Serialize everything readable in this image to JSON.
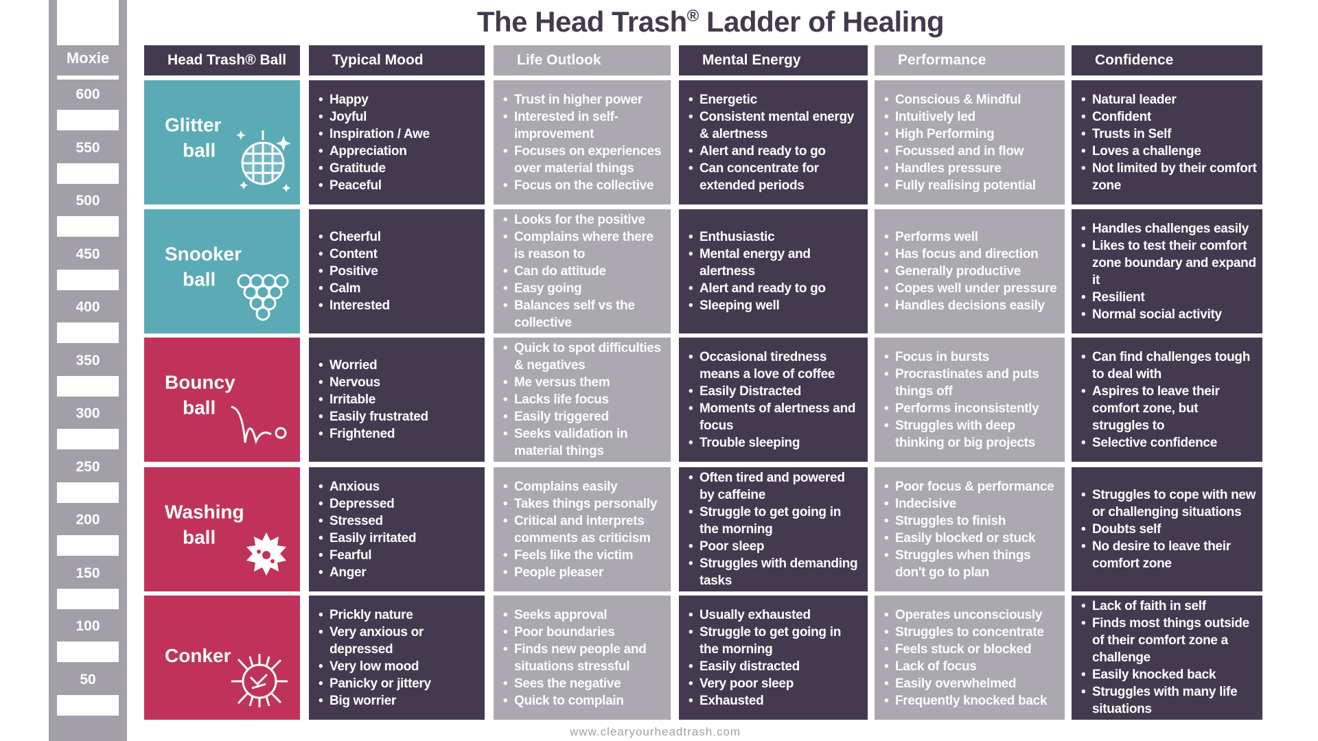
{
  "title": "The Head Trash",
  "title_reg": "®",
  "title_rest": " Ladder of Healing",
  "moxie": {
    "label": "Moxie",
    "scale": [
      "600",
      "550",
      "500",
      "450",
      "400",
      "350",
      "300",
      "250",
      "200",
      "150",
      "100",
      "50"
    ]
  },
  "headers": [
    "Head Trash® Ball",
    "Typical Mood",
    "Life Outlook",
    "Mental Energy",
    "Performance",
    "Confidence"
  ],
  "colors": {
    "dark": "#433a4f",
    "grey": "#aba8b0",
    "teal": "#5aabb5",
    "red": "#c0325a"
  },
  "rows": [
    {
      "name": [
        "Glitter",
        "ball"
      ],
      "icon": "disco-ball-icon",
      "color": "teal",
      "mood": [
        "Happy",
        "Joyful",
        "Inspiration / Awe",
        "Appreciation",
        "Gratitude",
        "Peaceful"
      ],
      "outlook": [
        "Trust in higher power",
        "Interested in self-improvement",
        "Focuses on experiences over material things",
        "Focus on the collective"
      ],
      "energy": [
        "Energetic",
        "Consistent mental energy & alertness",
        "Alert and ready to go",
        "Can concentrate for extended periods"
      ],
      "performance": [
        "Conscious & Mindful",
        "Intuitively led",
        "High Performing",
        "Focussed and in flow",
        "Handles pressure",
        "Fully realising potential"
      ],
      "confidence": [
        "Natural leader",
        "Confident",
        "Trusts in Self",
        "Loves a challenge",
        "Not limited by their comfort zone"
      ]
    },
    {
      "name": [
        "Snooker",
        "ball"
      ],
      "icon": "snooker-balls-icon",
      "color": "teal",
      "mood": [
        "Cheerful",
        "Content",
        "Positive",
        "Calm",
        "Interested"
      ],
      "outlook": [
        "Looks for the positive",
        "Complains where there is reason to",
        "Can do attitude",
        "Easy going",
        "Balances self vs the collective"
      ],
      "energy": [
        "Enthusiastic",
        "Mental energy and alertness",
        "Alert and ready to go",
        "Sleeping well"
      ],
      "performance": [
        "Performs well",
        "Has focus and direction",
        "Generally productive",
        "Copes well under pressure",
        "Handles decisions easily"
      ],
      "confidence": [
        "Handles challenges easily",
        "Likes to test their comfort zone boundary and expand it",
        "Resilient",
        "Normal social activity"
      ]
    },
    {
      "name": [
        "Bouncy",
        "ball"
      ],
      "icon": "bouncy-ball-icon",
      "color": "red",
      "mood": [
        "Worried",
        "Nervous",
        "Irritable",
        "Easily frustrated",
        "Frightened"
      ],
      "outlook": [
        "Quick to spot difficulties & negatives",
        "Me versus them",
        "Lacks life focus",
        "Easily triggered",
        "Seeks validation in material things"
      ],
      "energy": [
        "Occasional tiredness means a love of coffee",
        "Easily Distracted",
        "Moments of alertness and focus",
        "Trouble sleeping"
      ],
      "performance": [
        "Focus in bursts",
        "Procrastinates and puts things off",
        "Performs inconsistently",
        "Struggles with deep thinking or big projects"
      ],
      "confidence": [
        "Can find challenges tough to deal with",
        "Aspires to leave their comfort zone, but struggles to",
        "Selective confidence"
      ]
    },
    {
      "name": [
        "Washing",
        "ball"
      ],
      "icon": "washing-ball-icon",
      "color": "red",
      "mood": [
        "Anxious",
        "Depressed",
        "Stressed",
        "Easily irritated",
        "Fearful",
        "Anger"
      ],
      "outlook": [
        "Complains easily",
        "Takes things personally",
        "Critical and interprets comments as criticism",
        "Feels like the victim",
        "People pleaser"
      ],
      "energy": [
        "Often tired and powered by caffeine",
        "Struggle to get going in the morning",
        "Poor sleep",
        "Struggles with demanding tasks"
      ],
      "performance": [
        "Poor focus & performance",
        "Indecisive",
        "Struggles to finish",
        "Easily blocked or stuck",
        "Struggles when things don't go to plan"
      ],
      "confidence": [
        "Struggles to cope with new or challenging situations",
        "Doubts self",
        "No desire to leave their comfort zone"
      ]
    },
    {
      "name": [
        "Conker"
      ],
      "icon": "conker-icon",
      "color": "red",
      "mood": [
        "Prickly nature",
        "Very anxious or depressed",
        "Very low mood",
        "Panicky or jittery",
        "Big worrier"
      ],
      "outlook": [
        "Seeks approval",
        "Poor boundaries",
        "Finds new people and situations stressful",
        "Sees the negative",
        "Quick to complain"
      ],
      "energy": [
        "Usually exhausted",
        "Struggle to get going in the morning",
        "Easily distracted",
        "Very poor sleep",
        "Exhausted"
      ],
      "performance": [
        "Operates unconsciously",
        "Struggles to concentrate",
        "Feels stuck or blocked",
        "Lack of focus",
        "Easily overwhelmed",
        "Frequently knocked back"
      ],
      "confidence": [
        "Lack of faith in self",
        "Finds most things outside of their comfort zone a challenge",
        "Easily knocked back",
        "Struggles with many life situations"
      ]
    }
  ],
  "footer": "www.clearyourheadtrash.com"
}
